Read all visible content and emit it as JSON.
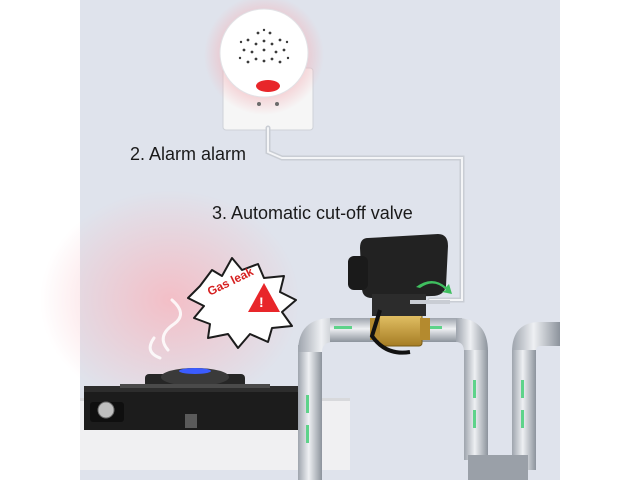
{
  "labels": {
    "alarm": "2. Alarm alarm",
    "valve": "3. Automatic cut-off valve"
  },
  "speech_bubble": {
    "text": "Gas leak",
    "warning_symbol": "!"
  },
  "colors": {
    "wall": "#dfe3ec",
    "alarm_button": "#e8262a",
    "glow": "#f7c3c9",
    "valve_body": "#222222",
    "pipe": "#d2d6dc",
    "brass": "#c8a042",
    "counter": "#f0f0f2",
    "stove": "#1c1c1c",
    "flame": "#3b5cff"
  }
}
